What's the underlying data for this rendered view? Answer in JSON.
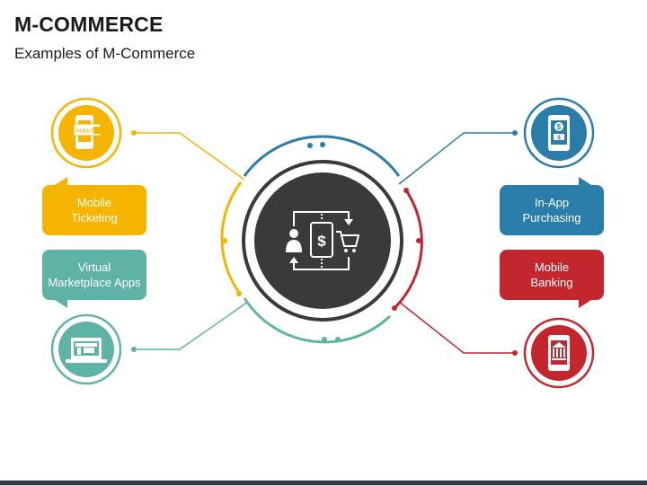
{
  "header": {
    "title": "M-COMMERCE",
    "subtitle": "Examples of M-Commerce"
  },
  "items": {
    "mobile_ticketing": {
      "line1": "Mobile",
      "line2": "Ticketing",
      "color": "#F4B400"
    },
    "virtual_marketplace": {
      "line1": "Virtual",
      "line2": "Marketplace Apps",
      "color": "#5FB3A6"
    },
    "in_app_purchasing": {
      "line1": "In-App",
      "line2": "Purchasing",
      "color": "#2A7DA8"
    },
    "mobile_banking": {
      "line1": "Mobile",
      "line2": "Banking",
      "color": "#C1272D"
    }
  },
  "center": {
    "icon": "mobile-commerce-icon",
    "color": "#3A3A3A"
  },
  "icons": {
    "ticket_phone": {
      "icon": "phone-ticket-icon",
      "text": "TICKET"
    },
    "storefront": {
      "icon": "storefront-laptop-icon"
    },
    "payment_phone": {
      "icon": "phone-payment-icon"
    },
    "bank_phone": {
      "icon": "phone-bank-icon"
    }
  }
}
